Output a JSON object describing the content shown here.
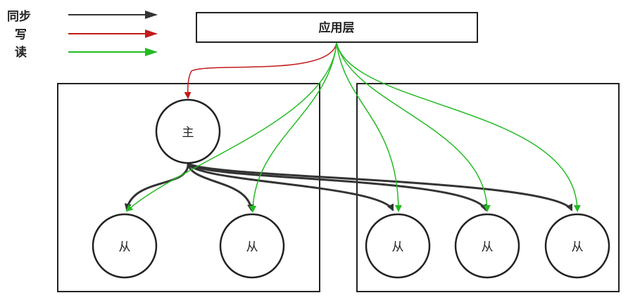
{
  "legend": {
    "sync": {
      "label": "同步",
      "color": "#333333"
    },
    "write": {
      "label": "写",
      "color": "#c21a1a"
    },
    "read": {
      "label": "读",
      "color": "#22bb22"
    }
  },
  "app_layer": {
    "label": "应用层"
  },
  "master": {
    "label": "主"
  },
  "slaves": [
    {
      "label": "从"
    },
    {
      "label": "从"
    },
    {
      "label": "从"
    },
    {
      "label": "从"
    },
    {
      "label": "从"
    }
  ]
}
